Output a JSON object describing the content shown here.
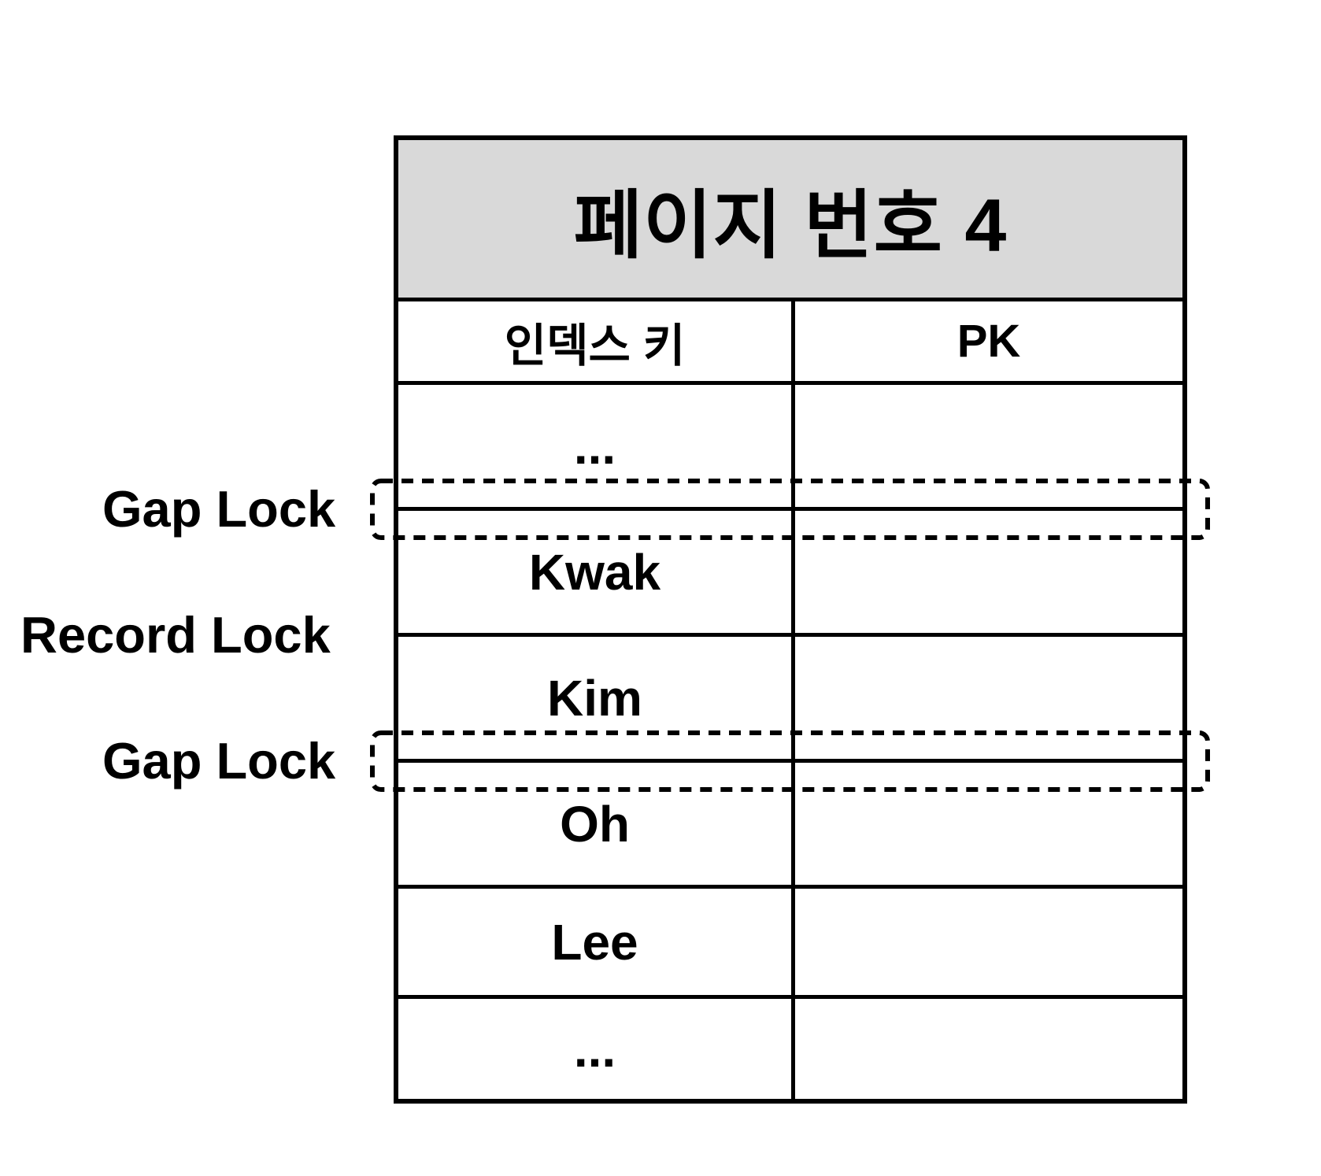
{
  "table": {
    "title": "페이지 번호 4",
    "columns": [
      "인덱스 키",
      "PK"
    ],
    "rows": [
      {
        "index_key": "...",
        "pk": ""
      },
      {
        "index_key": "Kwak",
        "pk": ""
      },
      {
        "index_key": "Kim",
        "pk": ""
      },
      {
        "index_key": "Oh",
        "pk": ""
      },
      {
        "index_key": "Lee",
        "pk": ""
      },
      {
        "index_key": "...",
        "pk": ""
      }
    ]
  },
  "labels": {
    "gap_lock_top": "Gap Lock",
    "record_lock": "Record Lock",
    "gap_lock_bottom": "Gap Lock"
  },
  "colors": {
    "header_bg": "#d9d9d9",
    "line": "#000000",
    "background": "#ffffff"
  }
}
